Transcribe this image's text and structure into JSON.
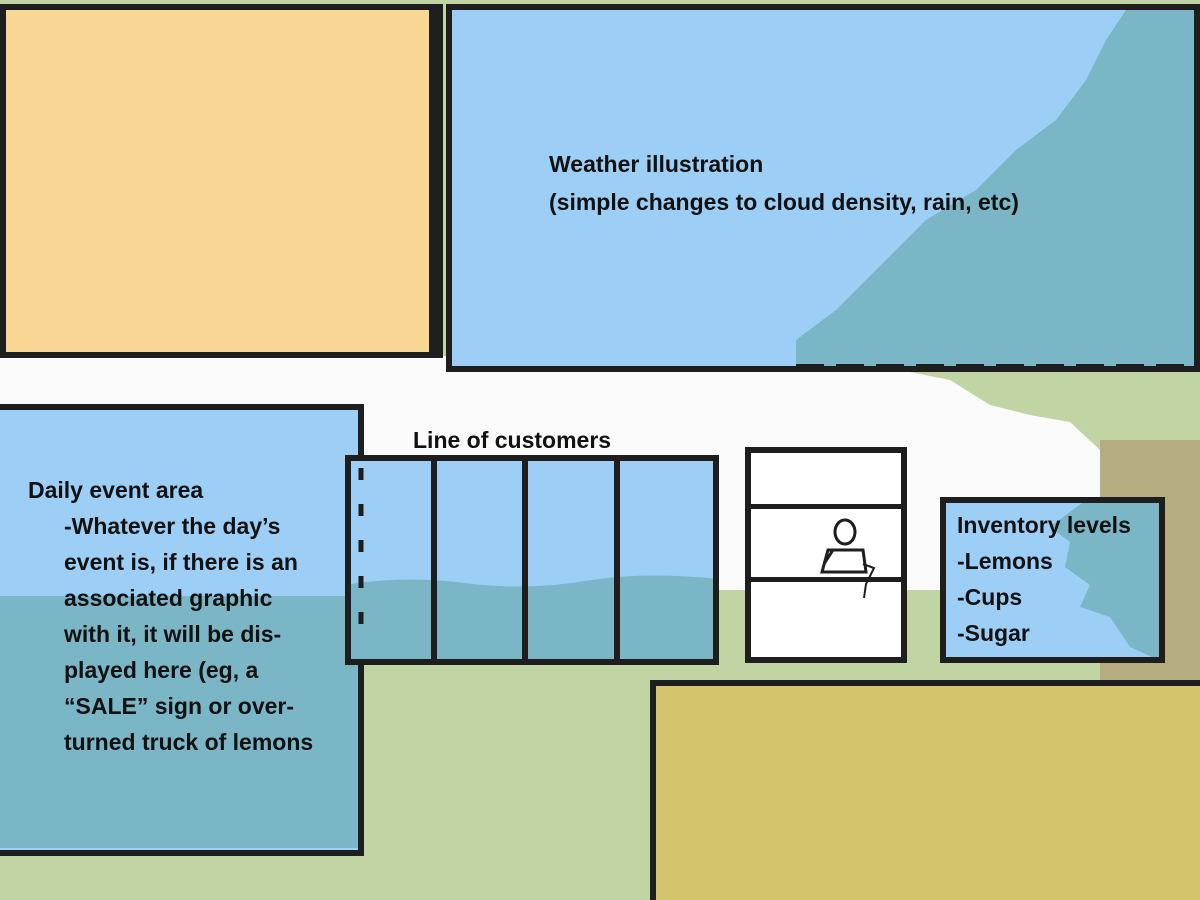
{
  "colors": {
    "frame": "#1e1e1e",
    "orange_panel": "#f7d793",
    "sky": "#9dcff6",
    "sky_dark": "#7ab6c6",
    "white_band": "#fbfbfb",
    "ground": "#c0d4a4",
    "gold_panel": "#d4c46c",
    "sand": "#b5ad80"
  },
  "weather": {
    "title": "Weather illustration",
    "subtitle": "(simple changes to cloud density, rain, etc)"
  },
  "customers": {
    "title": "Line of customers"
  },
  "daily_event": {
    "lines": [
      "Daily event area",
      "-Whatever the day’s",
      "event is, if there is an",
      "associated graphic",
      "with it, it will be dis-",
      "played here (eg, a",
      "“SALE” sign or over-",
      "turned truck of lemons"
    ]
  },
  "inventory": {
    "title": "Inventory levels",
    "items": [
      "-Lemons",
      "-Cups",
      "-Sugar"
    ]
  },
  "icons": {
    "stand": "lemonade-stand-icon",
    "vendor": "vendor-figure-icon"
  }
}
